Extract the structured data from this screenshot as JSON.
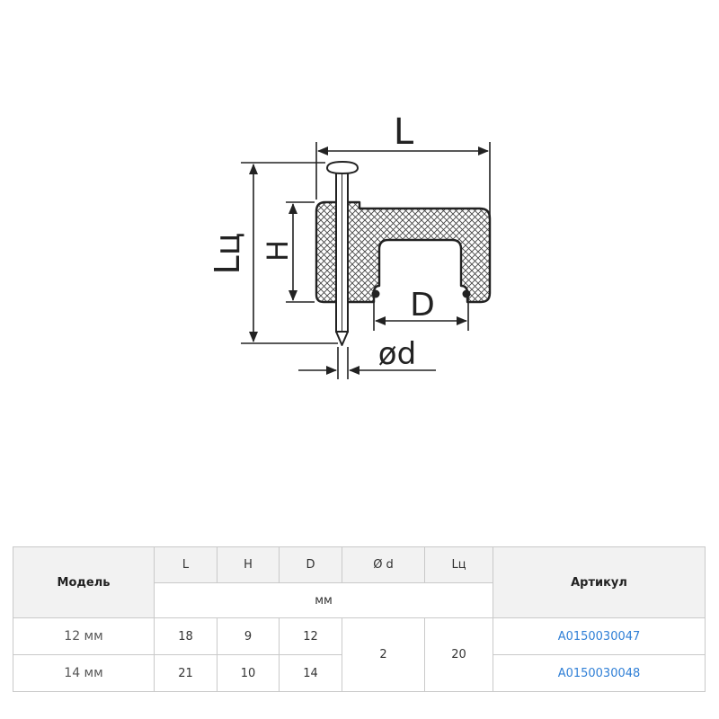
{
  "diagram": {
    "labels": {
      "length": "L",
      "height": "H",
      "total_length": "Lц",
      "cable_d": "D",
      "nail_d": "ød"
    }
  },
  "table": {
    "headers": {
      "model": "Модель",
      "L": "L",
      "H": "H",
      "D": "D",
      "d": "Ø d",
      "Lc": "Lц",
      "article": "Артикул"
    },
    "unit": "мм",
    "rows": [
      {
        "model": "12 мм",
        "L": "18",
        "H": "9",
        "D": "12",
        "article": "A0150030047"
      },
      {
        "model": "14 мм",
        "L": "21",
        "H": "10",
        "D": "14",
        "article": "A0150030048"
      }
    ],
    "shared": {
      "d": "2",
      "Lc": "20"
    }
  }
}
